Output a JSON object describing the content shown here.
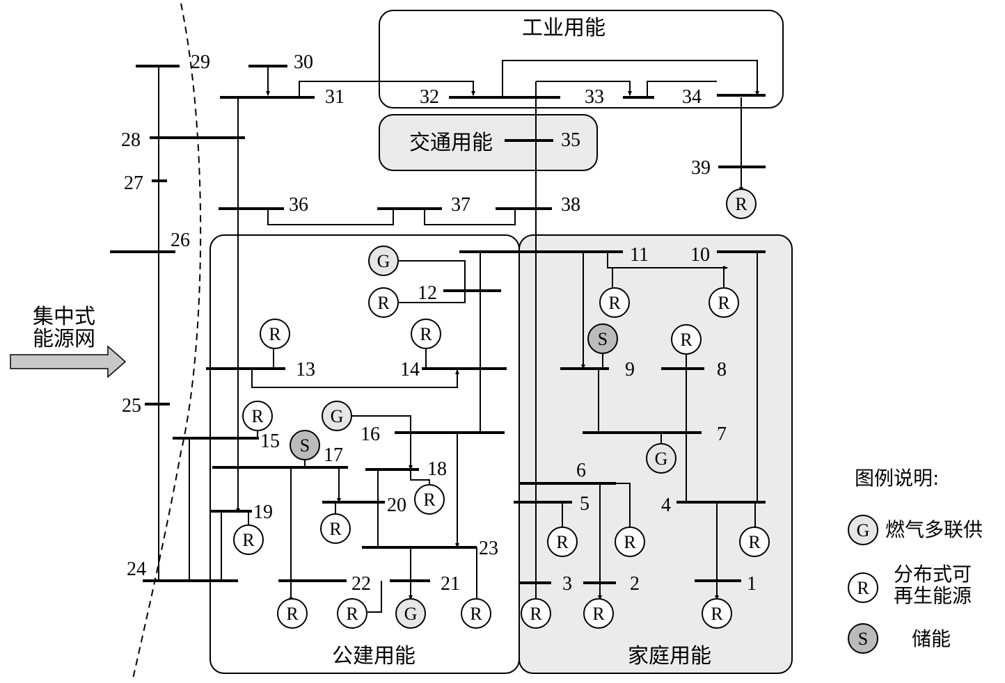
{
  "zones": {
    "industrial": "工业用能",
    "transport": "交通用能",
    "public": "公建用能",
    "household": "家庭用能"
  },
  "inflow": {
    "line1": "集中式",
    "line2": "能源网"
  },
  "buses": [
    "1",
    "2",
    "3",
    "4",
    "5",
    "6",
    "7",
    "8",
    "9",
    "10",
    "11",
    "12",
    "13",
    "14",
    "15",
    "16",
    "17",
    "18",
    "19",
    "20",
    "21",
    "22",
    "23",
    "24",
    "25",
    "26",
    "27",
    "28",
    "29",
    "30",
    "31",
    "32",
    "33",
    "34",
    "35",
    "36",
    "37",
    "38",
    "39"
  ],
  "node_letters": {
    "gas": "G",
    "renewable": "R",
    "storage": "S"
  },
  "legend": {
    "title": "图例说明:",
    "gas": "燃气多联供",
    "renewable_line1": "分布式可",
    "renewable_line2": "再生能源",
    "storage": "储能"
  },
  "colors": {
    "storage_fill": "#bbbbbb",
    "gas_fill": "#e6e6e6",
    "zone_fill": "#ebebeb",
    "arrow_fill": "#c8c8c8"
  }
}
